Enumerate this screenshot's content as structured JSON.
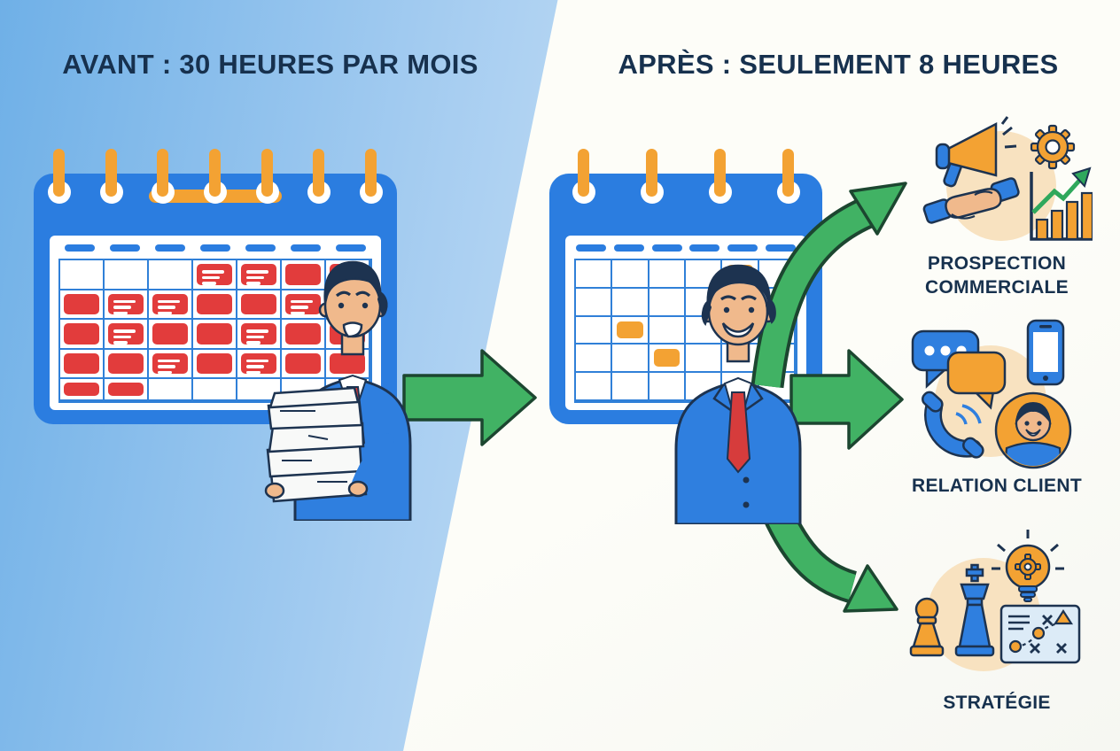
{
  "titles": {
    "before": "AVANT : 30 HEURES PAR MOIS",
    "after": "APRÈS : SEULEMENT 8 HEURES"
  },
  "calendars": {
    "before": {
      "rings": 7,
      "day_dashes": 7,
      "cols": 7,
      "has_title_bar": true,
      "grid": [
        [
          "",
          "",
          "",
          "rl",
          "rl",
          "r",
          "r"
        ],
        [
          "r",
          "rl",
          "rl",
          "r",
          "r",
          "rl",
          "r"
        ],
        [
          "r",
          "rl",
          "r",
          "r",
          "rl",
          "r",
          "r"
        ],
        [
          "r",
          "r",
          "rl",
          "r",
          "rl",
          "r",
          "r"
        ],
        [
          "r",
          "r",
          "",
          "",
          "",
          "",
          ""
        ]
      ],
      "legend": {
        "r": "busy-red-block",
        "rl": "busy-red-block-with-notes",
        "o": "free-orange-block"
      }
    },
    "after": {
      "rings": 4,
      "day_dashes": 6,
      "cols": 6,
      "has_title_bar": false,
      "grid": [
        [
          "",
          "",
          "",
          "",
          "o",
          ""
        ],
        [
          "",
          "",
          "",
          "",
          "",
          ""
        ],
        [
          "",
          "o",
          "",
          "",
          "",
          ""
        ],
        [
          "",
          "",
          "o",
          "",
          "",
          ""
        ],
        [
          "",
          "",
          "",
          "",
          "",
          ""
        ]
      ]
    }
  },
  "people": {
    "before": "overwhelmed-businessman-carrying-paper-stack",
    "after": "relaxed-smiling-businessman"
  },
  "outcomes": [
    {
      "id": "prospection",
      "label_lines": [
        "PROSPECTION",
        "COMMERCIALE"
      ],
      "icons": [
        "megaphone-icon",
        "gear-icon",
        "handshake-icon",
        "growth-chart-icon"
      ]
    },
    {
      "id": "relation-client",
      "label_lines": [
        "RELATION CLIENT"
      ],
      "icons": [
        "chat-bubbles-icon",
        "smartphone-icon",
        "phone-call-icon",
        "customer-avatar-icon"
      ]
    },
    {
      "id": "strategie",
      "label_lines": [
        "STRATÉGIE"
      ],
      "icons": [
        "chess-pieces-icon",
        "lightbulb-gear-icon",
        "strategy-board-icon"
      ]
    }
  ],
  "colors": {
    "background_left_blue": "#6fb0e7",
    "background_right": "#fdfdf8",
    "title_text": "#17314e",
    "calendar_frame_blue": "#2b7de0",
    "grid_line_blue": "#3080d8",
    "busy_block_red": "#e23c3c",
    "accent_orange": "#f3a233",
    "arrow_green": "#41b264",
    "arrow_outline": "#1c4630",
    "cluster_background_peach": "#f8e2c0",
    "skin_tone": "#f0b98c",
    "suit_blue": "#2f7fdf",
    "tie_red": "#d63c3c",
    "outline_navy": "#1d3350"
  }
}
